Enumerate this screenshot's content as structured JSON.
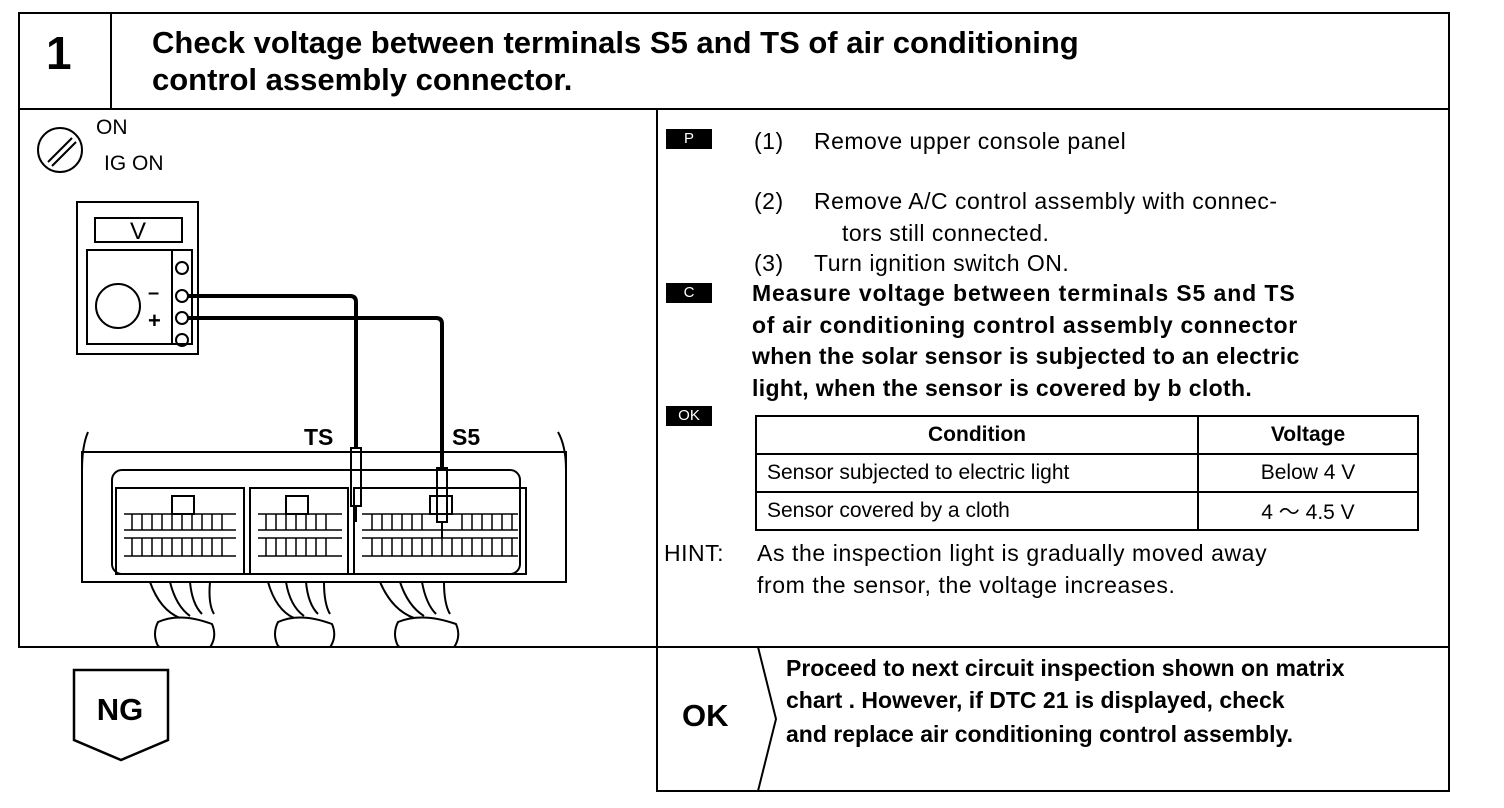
{
  "step": {
    "number": "1",
    "title_line1": "Check voltage between terminals S5 and TS of air conditioning",
    "title_line2": "control assembly connector."
  },
  "diagram": {
    "key_on": "ON",
    "ig_on": "IG ON",
    "meter_label": "V",
    "minus": "–",
    "plus": "+",
    "terminal_ts": "TS",
    "terminal_s5": "S5"
  },
  "procedure": {
    "tag_p": "P",
    "step1_num": "(1)",
    "step1": "Remove upper console panel",
    "step2_num": "(2)",
    "step2_line1": "Remove A/C control assembly with connec-",
    "step2_line2": "tors still connected.",
    "step3_num": "(3)",
    "step3": "Turn ignition switch ON.",
    "tag_c": "C",
    "measure_lines": [
      "Measure voltage between terminals S5 and TS",
      "of air conditioning control assembly connector",
      "when the solar sensor is subjected to an electric",
      "light, when the sensor is covered by b cloth."
    ],
    "tag_ok": "OK"
  },
  "table": {
    "headers": [
      "Condition",
      "Voltage"
    ],
    "rows": [
      [
        "Sensor subjected to electric light",
        "Below 4 V"
      ],
      [
        "Sensor covered by a cloth",
        "4 ～ 4.5 V"
      ]
    ]
  },
  "hint": {
    "label": "HINT:",
    "line1": "As the inspection light is gradually moved away",
    "line2": "from the sensor, the voltage increases."
  },
  "result": {
    "ng": "NG",
    "ok": "OK",
    "proceed_lines": [
      "Proceed to next circuit inspection shown on matrix",
      "chart . However, if DTC 21 is displayed, check",
      "and replace air conditioning control assembly."
    ]
  }
}
